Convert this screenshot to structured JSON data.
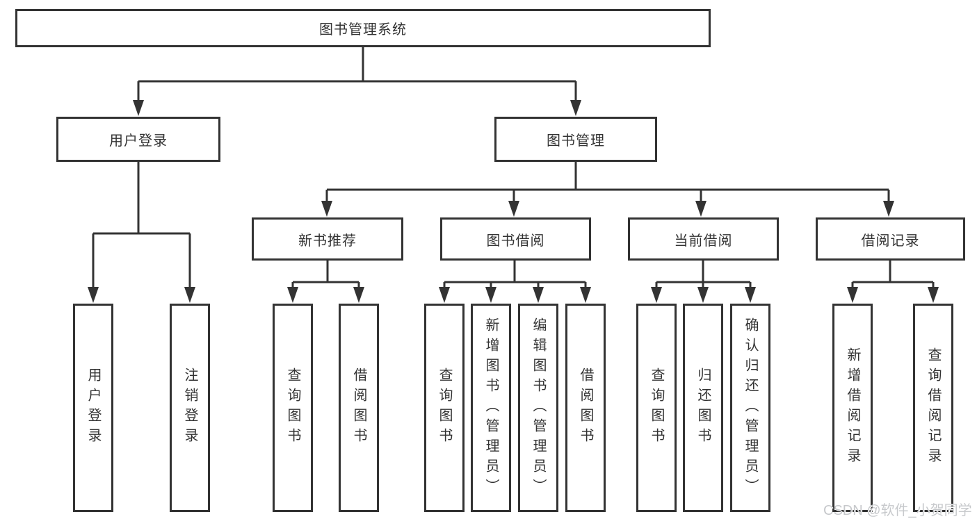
{
  "tree": {
    "root": {
      "label": "图书管理系统",
      "children": [
        {
          "label": "用户登录",
          "children": [
            {
              "label": "用户登录"
            },
            {
              "label": "注销登录"
            }
          ]
        },
        {
          "label": "图书管理",
          "children": [
            {
              "label": "新书推荐",
              "children": [
                {
                  "label": "查询图书"
                },
                {
                  "label": "借阅图书"
                }
              ]
            },
            {
              "label": "图书借阅",
              "children": [
                {
                  "label": "查询图书"
                },
                {
                  "label": "新增图书（管理员）"
                },
                {
                  "label": "编辑图书（管理员）"
                },
                {
                  "label": "借阅图书"
                }
              ]
            },
            {
              "label": "当前借阅",
              "children": [
                {
                  "label": "查询图书"
                },
                {
                  "label": "归还图书"
                },
                {
                  "label": "确认归还（管理员）"
                }
              ]
            },
            {
              "label": "借阅记录",
              "children": [
                {
                  "label": "新增借阅记录"
                },
                {
                  "label": "查询借阅记录"
                }
              ]
            }
          ]
        }
      ]
    }
  },
  "watermark": {
    "text": "CSDN @软件_小贺同学"
  },
  "colors": {
    "line": "#333333",
    "box_border": "#333333",
    "text": "#333333",
    "background": "#ffffff",
    "watermark": "#c7c9cc"
  }
}
